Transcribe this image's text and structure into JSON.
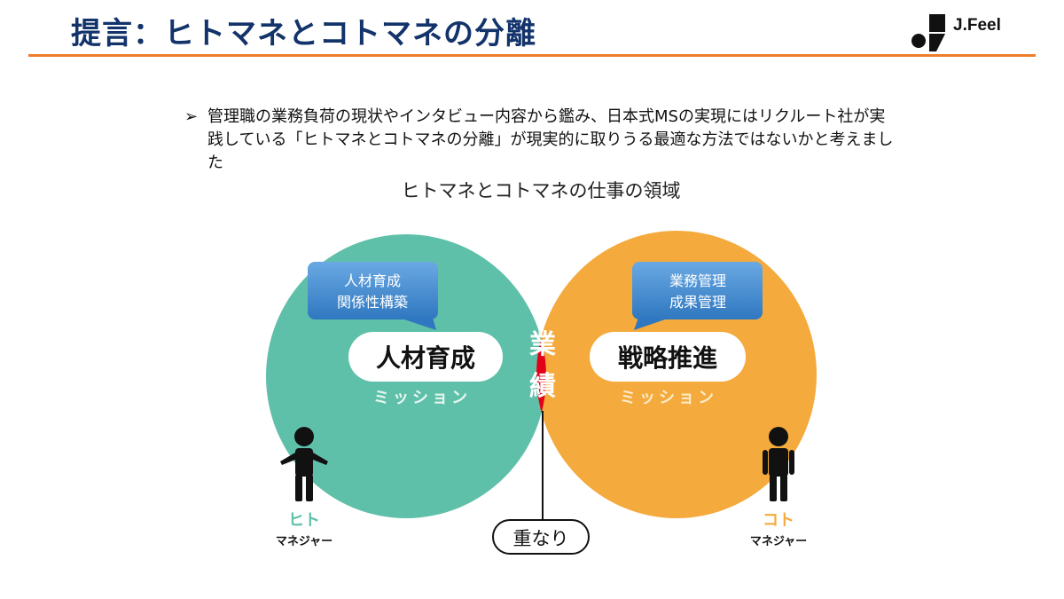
{
  "header": {
    "title": "提言：ヒトマネとコトマネの分離",
    "logo_text": "J.Feel"
  },
  "bullet": {
    "mark": "➢",
    "text": "管理職の業務負荷の現状やインタビュー内容から鑑み、日本式MSの実現にはリクルート社が実践している「ヒトマネとコトマネの分離」が現実的に取りうる最適な方法ではないかと考えました"
  },
  "diagram": {
    "title": "ヒトマネとコトマネの仕事の領域",
    "left": {
      "bubble_line1": "人材育成",
      "bubble_line2": "関係性構築",
      "mission": "人材育成",
      "mission_label": "ミッション",
      "person_label": "ヒト",
      "person_sub": "マネジャー",
      "color": "#5fc0a9"
    },
    "right": {
      "bubble_line1": "業務管理",
      "bubble_line2": "成果管理",
      "mission": "戦略推進",
      "mission_label": "ミッション",
      "person_label": "コト",
      "person_sub": "マネジャー",
      "color": "#f4aa3c"
    },
    "overlap": {
      "char1": "業",
      "char2": "績",
      "label": "重なり",
      "color": "#e2001a"
    }
  }
}
